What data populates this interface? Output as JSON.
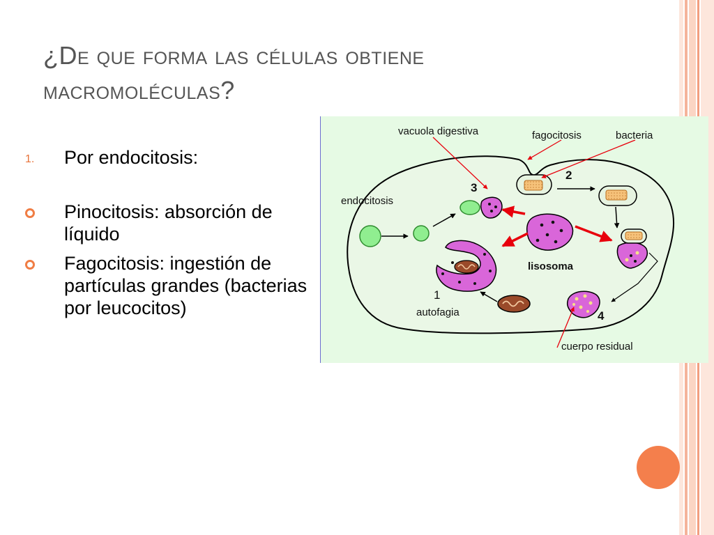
{
  "slide": {
    "title_line1": "¿De que forma las células obtiene",
    "title_line2": "macromoléculas?",
    "items": [
      {
        "marker": "1.",
        "text": "Por endocitosis:"
      },
      {
        "marker": "circle",
        "text": "Pinocitosis: absorción de líquido"
      },
      {
        "marker": "circle",
        "text": "Fagocitosis: ingestión de partículas grandes (bacterias por leucocitos)"
      }
    ]
  },
  "figure": {
    "labels": {
      "vacuola": "vacuola digestiva",
      "fagocitosis": "fagocitosis",
      "bacteria": "bacteria",
      "endocitosis": "endocitosis",
      "lisosoma": "lisosoma",
      "autofagia": "autofagia",
      "cuerpo": "cuerpo residual",
      "n1": "1",
      "n2": "2",
      "n3": "3",
      "n4": "4"
    },
    "colors": {
      "background": "#e6fae4",
      "cell_fill": "#eaf7e6",
      "lysosome": "#d966d9",
      "vesicle": "#90ee90",
      "bacteria_fill": "#f6c27a",
      "red_arrow": "#e8000c"
    }
  },
  "theme": {
    "accent": "#f47f4c",
    "stripe_light": "#fbd5c4",
    "stripe_dark": "#f5b39a"
  }
}
